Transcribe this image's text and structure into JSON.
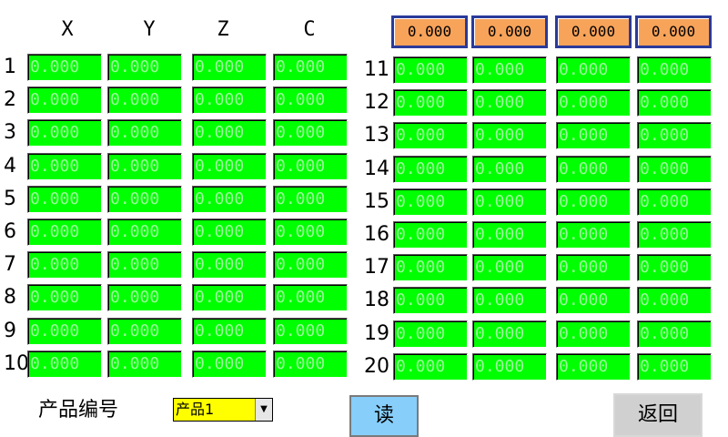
{
  "column_headers": [
    "X",
    "Y",
    "Z",
    "C"
  ],
  "top_values": [
    "0.000",
    "0.000",
    "0.000",
    "0.000"
  ],
  "left_rows": [
    {
      "label": "1",
      "values": [
        "0.000",
        "0.000",
        "0.000",
        "0.000"
      ]
    },
    {
      "label": "2",
      "values": [
        "0.000",
        "0.000",
        "0.000",
        "0.000"
      ]
    },
    {
      "label": "3",
      "values": [
        "0.000",
        "0.000",
        "0.000",
        "0.000"
      ]
    },
    {
      "label": "4",
      "values": [
        "0.000",
        "0.000",
        "0.000",
        "0.000"
      ]
    },
    {
      "label": "5",
      "values": [
        "0.000",
        "0.000",
        "0.000",
        "0.000"
      ]
    },
    {
      "label": "6",
      "values": [
        "0.000",
        "0.000",
        "0.000",
        "0.000"
      ]
    },
    {
      "label": "7",
      "values": [
        "0.000",
        "0.000",
        "0.000",
        "0.000"
      ]
    },
    {
      "label": "8",
      "values": [
        "0.000",
        "0.000",
        "0.000",
        "0.000"
      ]
    },
    {
      "label": "9",
      "values": [
        "0.000",
        "0.000",
        "0.000",
        "0.000"
      ]
    },
    {
      "label": "10",
      "values": [
        "0.000",
        "0.000",
        "0.000",
        "0.000"
      ]
    }
  ],
  "right_rows": [
    {
      "label": "11",
      "values": [
        "0.000",
        "0.000",
        "0.000",
        "0.000"
      ]
    },
    {
      "label": "12",
      "values": [
        "0.000",
        "0.000",
        "0.000",
        "0.000"
      ]
    },
    {
      "label": "13",
      "values": [
        "0.000",
        "0.000",
        "0.000",
        "0.000"
      ]
    },
    {
      "label": "14",
      "values": [
        "0.000",
        "0.000",
        "0.000",
        "0.000"
      ]
    },
    {
      "label": "15",
      "values": [
        "0.000",
        "0.000",
        "0.000",
        "0.000"
      ]
    },
    {
      "label": "16",
      "values": [
        "0.000",
        "0.000",
        "0.000",
        "0.000"
      ]
    },
    {
      "label": "17",
      "values": [
        "0.000",
        "0.000",
        "0.000",
        "0.000"
      ]
    },
    {
      "label": "18",
      "values": [
        "0.000",
        "0.000",
        "0.000",
        "0.000"
      ]
    },
    {
      "label": "19",
      "values": [
        "0.000",
        "0.000",
        "0.000",
        "0.000"
      ]
    },
    {
      "label": "20",
      "values": [
        "0.000",
        "0.000",
        "0.000",
        "0.000"
      ]
    }
  ],
  "footer": {
    "product_label": "产品编号",
    "product_select_value": "产品1",
    "read_button": "读",
    "back_button": "返回"
  },
  "colors": {
    "cell_bg": "#00ff00",
    "cell_text": "#9aff9a",
    "top_box_bg": "#f8a35a",
    "top_box_border": "#2a3a9a",
    "select_bg": "#ffff00",
    "read_button_bg": "#87cefa",
    "back_button_bg": "#d0d0d0"
  },
  "icons": {
    "dropdown_arrow": "triangle-down-icon"
  }
}
